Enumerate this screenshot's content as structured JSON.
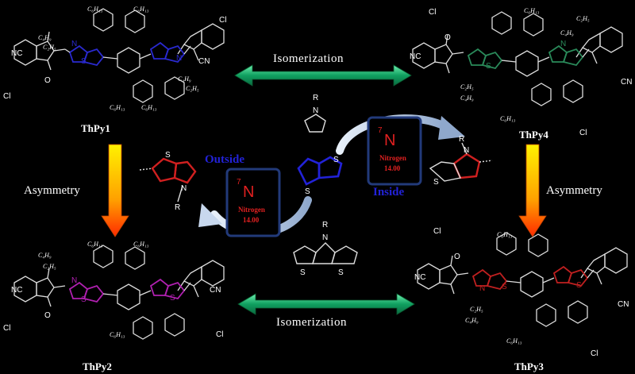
{
  "molecules": {
    "thpy1": "ThPy1",
    "thpy2": "ThPy2",
    "thpy3": "ThPy3",
    "thpy4": "ThPy4"
  },
  "arrows": {
    "isomerization_top": "Isomerization",
    "isomerization_bottom": "Isomerization",
    "asymmetry_left": "Asymmetry",
    "asymmetry_right": "Asymmetry"
  },
  "positions": {
    "outside": "Outside",
    "inside": "Inside"
  },
  "element_cards": [
    {
      "number": "7",
      "symbol": "N",
      "name": "Nitrogen",
      "mass": "14.00"
    },
    {
      "number": "7",
      "symbol": "N",
      "name": "Nitrogen",
      "mass": "14.00"
    }
  ],
  "substituents": {
    "c6h13": "C₆H₁₃",
    "c4h9": "C₄H₉",
    "c2h5": "C₂H₅",
    "nc": "NC",
    "cn": "CN",
    "cl": "Cl",
    "o": "O",
    "n": "N",
    "s": "S",
    "r": "R"
  },
  "colors": {
    "background": "#000000",
    "thpy1_core": "#2a2ad0",
    "thpy2_core": "#b020b0",
    "thpy3_core": "#c02020",
    "thpy4_core": "#2a8a5a",
    "iso_arrow": "#20b070",
    "asym_arrow_top": "#ffe000",
    "asym_arrow_bottom": "#ff3000",
    "nitrogen": "#e02020",
    "curve_arrow": "#c8d8ee"
  }
}
